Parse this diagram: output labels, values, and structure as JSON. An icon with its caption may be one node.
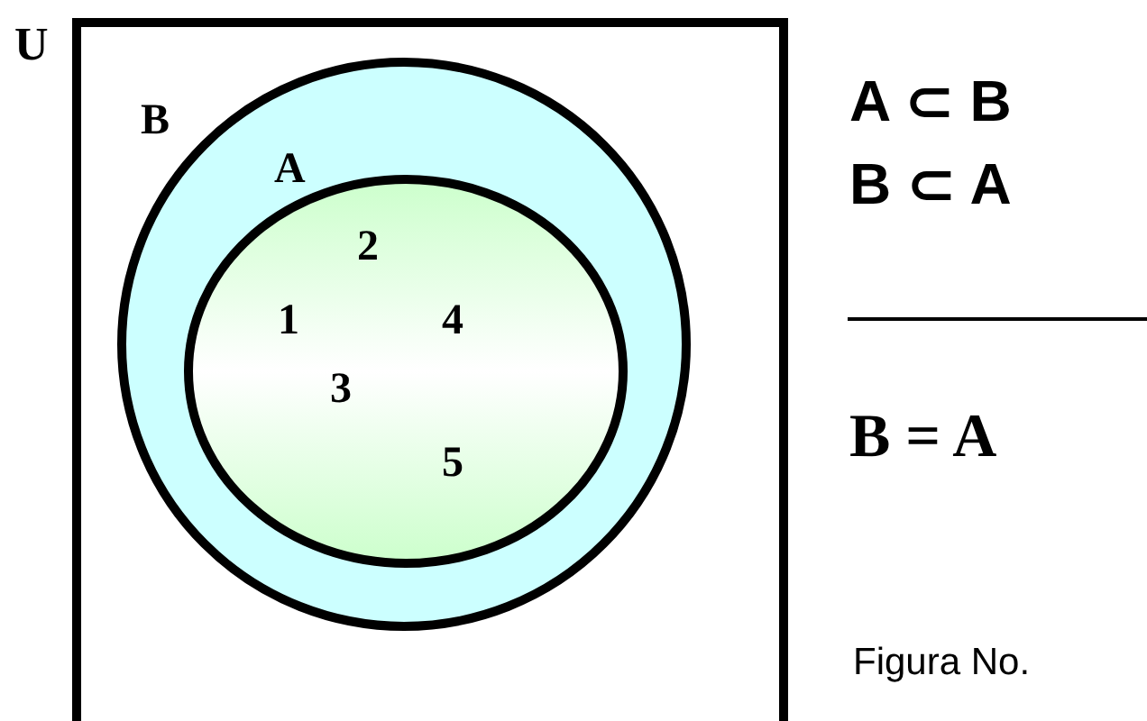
{
  "diagram": {
    "nodes": [
      {
        "text": [
          "U"
        ]
      },
      {
        "text": [
          "B"
        ],
        "in": 0
      },
      {
        "text": [
          "A",
          "2",
          "1",
          "4",
          "3",
          "5"
        ],
        "in": 1
      }
    ],
    "edges": [],
    "labels": [
      "A ⊂ B",
      "B ⊂ A",
      "B = A",
      "Figura No."
    ]
  }
}
